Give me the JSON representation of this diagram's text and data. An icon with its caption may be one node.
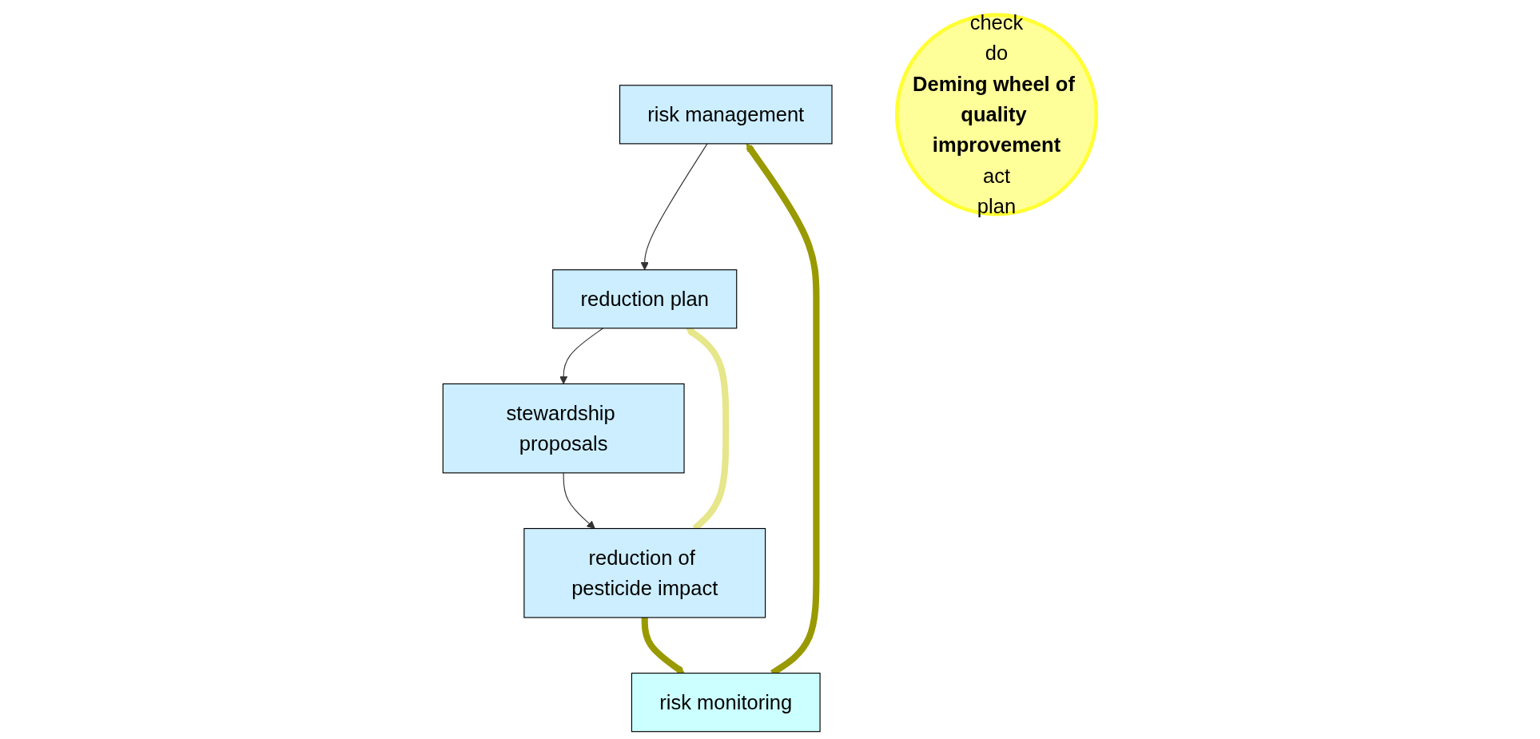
{
  "diagram": {
    "nodes": [
      {
        "text": [
          "risk management"
        ]
      },
      {
        "text": [
          "reduction plan"
        ]
      },
      {
        "text": [
          "stewardship proposals"
        ]
      },
      {
        "text": [
          "reduction of pesticide impact"
        ]
      },
      {
        "text": [
          "risk monitoring"
        ]
      },
      {
        "text": [
          "check",
          "do",
          "Deming wheel of quality improvement",
          "act",
          "plan"
        ]
      }
    ],
    "edges": [
      {
        "from": 0,
        "to": 1,
        "arrow": "to"
      },
      {
        "from": 1,
        "to": 2,
        "arrow": "to"
      },
      {
        "from": 2,
        "to": 3,
        "arrow": "to"
      },
      {
        "from": 4,
        "to": 0,
        "arrow": "to",
        "style": "thick",
        "color": "#999900"
      },
      {
        "from": 3,
        "to": 4,
        "arrow": "to",
        "style": "thick",
        "color": "#999900"
      },
      {
        "from": 3,
        "to": 1,
        "arrow": "to",
        "style": "thick",
        "color": "#e6e68a"
      }
    ]
  }
}
